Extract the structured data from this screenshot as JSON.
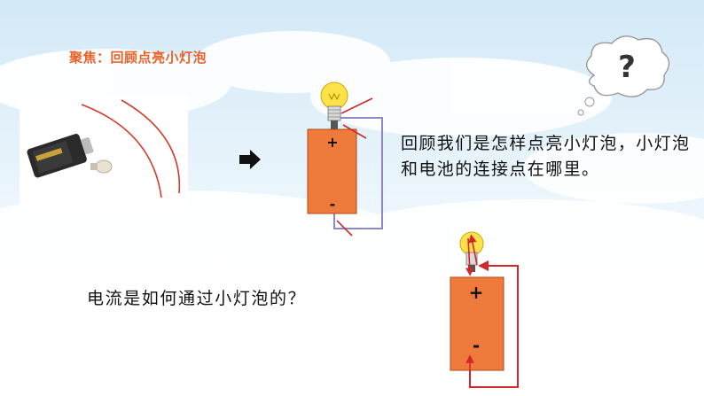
{
  "title": "聚焦：回顾点亮小灯泡",
  "question_main": "回顾我们是怎样点亮小灯泡，小灯泡和电池的连接点在哪里。",
  "question_current": "电流是如何通过小灯泡的？",
  "battery_top": {
    "plus": "+",
    "minus": "-"
  },
  "battery_bottom": {
    "plus": "+",
    "minus": "-"
  },
  "thought_symbol": "?",
  "colors": {
    "title": "#e8622a",
    "battery": "#ee7a3b",
    "wire": "#8f86c8",
    "arrow": "#d0282a",
    "sky": "#cfe6f6"
  }
}
